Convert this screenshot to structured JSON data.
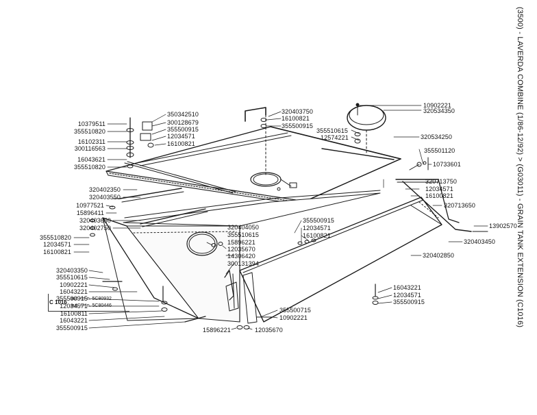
{
  "title": "(3500) - LAVERDA COMBINE (1/86-12/92) > (G03011) - GRAIN TANK EXTENSION (C1016)",
  "model": "C 1016",
  "serial_notes": [
    "aut. <= n. 5C80932",
    "aut. <= n. 5C80446"
  ],
  "part_numbers_left": [
    "10379511",
    "355510820",
    "16102311",
    "300116563",
    "16043621",
    "355510820",
    "320402350",
    "320403550",
    "10977521",
    "15896411",
    "320403650",
    "320402750",
    "355510820",
    "12034571",
    "16100821",
    "320403350",
    "355510615",
    "10902221",
    "16043221",
    "355500915",
    "12034571",
    "16100811",
    "16043221",
    "355500915"
  ],
  "part_numbers_center": [
    "350342510",
    "300128679",
    "355500915",
    "12034571",
    "16100821",
    "320403750",
    "16100821",
    "355500915",
    "320404050",
    "355510615",
    "15896221",
    "12035670",
    "14306420",
    "300131394",
    "355500915",
    "12034571",
    "16100821",
    "15896221",
    "12035670",
    "355500715",
    "10902221"
  ],
  "part_numbers_right": [
    "10902221",
    "320534350",
    "355510615",
    "12574221",
    "320534250",
    "355501120",
    "10733601",
    "320713750",
    "12034571",
    "16100821",
    "320713650",
    "13902570",
    "320403450",
    "320402850",
    "16043221",
    "12034571",
    "355500915"
  ]
}
